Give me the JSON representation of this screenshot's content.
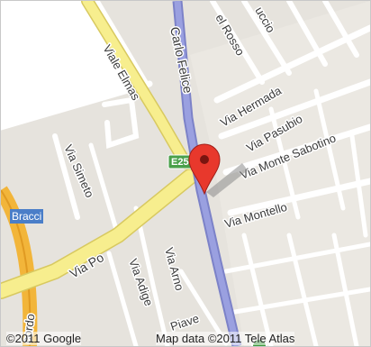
{
  "map": {
    "road_label_1": "Viale Elmas",
    "road_label_2": "Carlo Felice",
    "road_label_3": "el Rosso",
    "road_label_4": "uccio",
    "road_label_5": "Via Hermada",
    "road_label_6": "Via Pasubio",
    "road_label_7": "Via Monte Sabotino",
    "road_label_8": "Via Montello",
    "road_label_9": "Via Simeto",
    "road_label_10": "Via Po",
    "road_label_11": "Via Adige",
    "road_label_12": "Via Arno",
    "road_label_13": "Piave",
    "road_label_14": "cordo",
    "route_badge": "E25",
    "highlighted_label": "Bracci",
    "copyright": "©2011 Google",
    "map_data": "Map data ©2011 Tele Atlas",
    "marker_icon": "map-pin-icon"
  },
  "colors": {
    "background": "#e6e3dd",
    "minor_road": "#ffffff",
    "major_road": "#f7ee8e",
    "highway": "#8f96d8",
    "motorway": "#f2b53a",
    "park": "#ffffff",
    "marker": "#e8382c",
    "route_badge": "#4aa04a"
  }
}
